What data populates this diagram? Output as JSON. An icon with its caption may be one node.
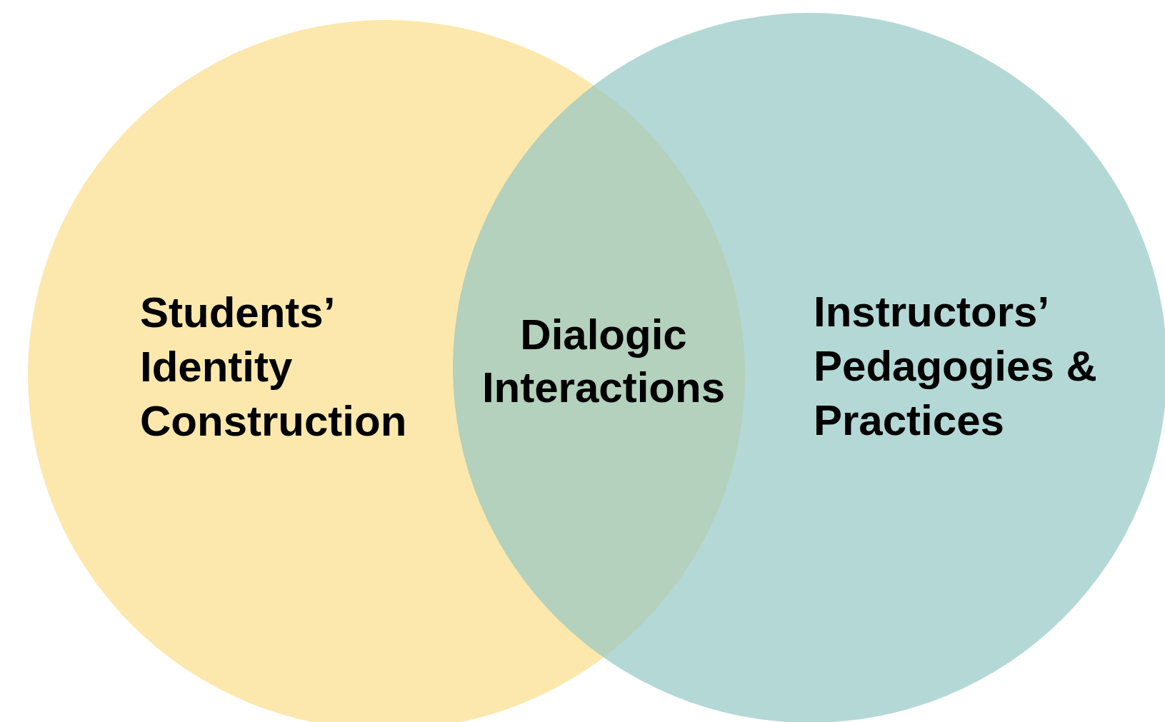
{
  "diagram": {
    "nodes": [
      {
        "text": [
          "Students’ Identity Construction"
        ]
      },
      {
        "text": [
          "Instructors’ Pedagogies & Practices"
        ]
      }
    ],
    "labels": [
      "Dialogic Interactions"
    ]
  }
}
